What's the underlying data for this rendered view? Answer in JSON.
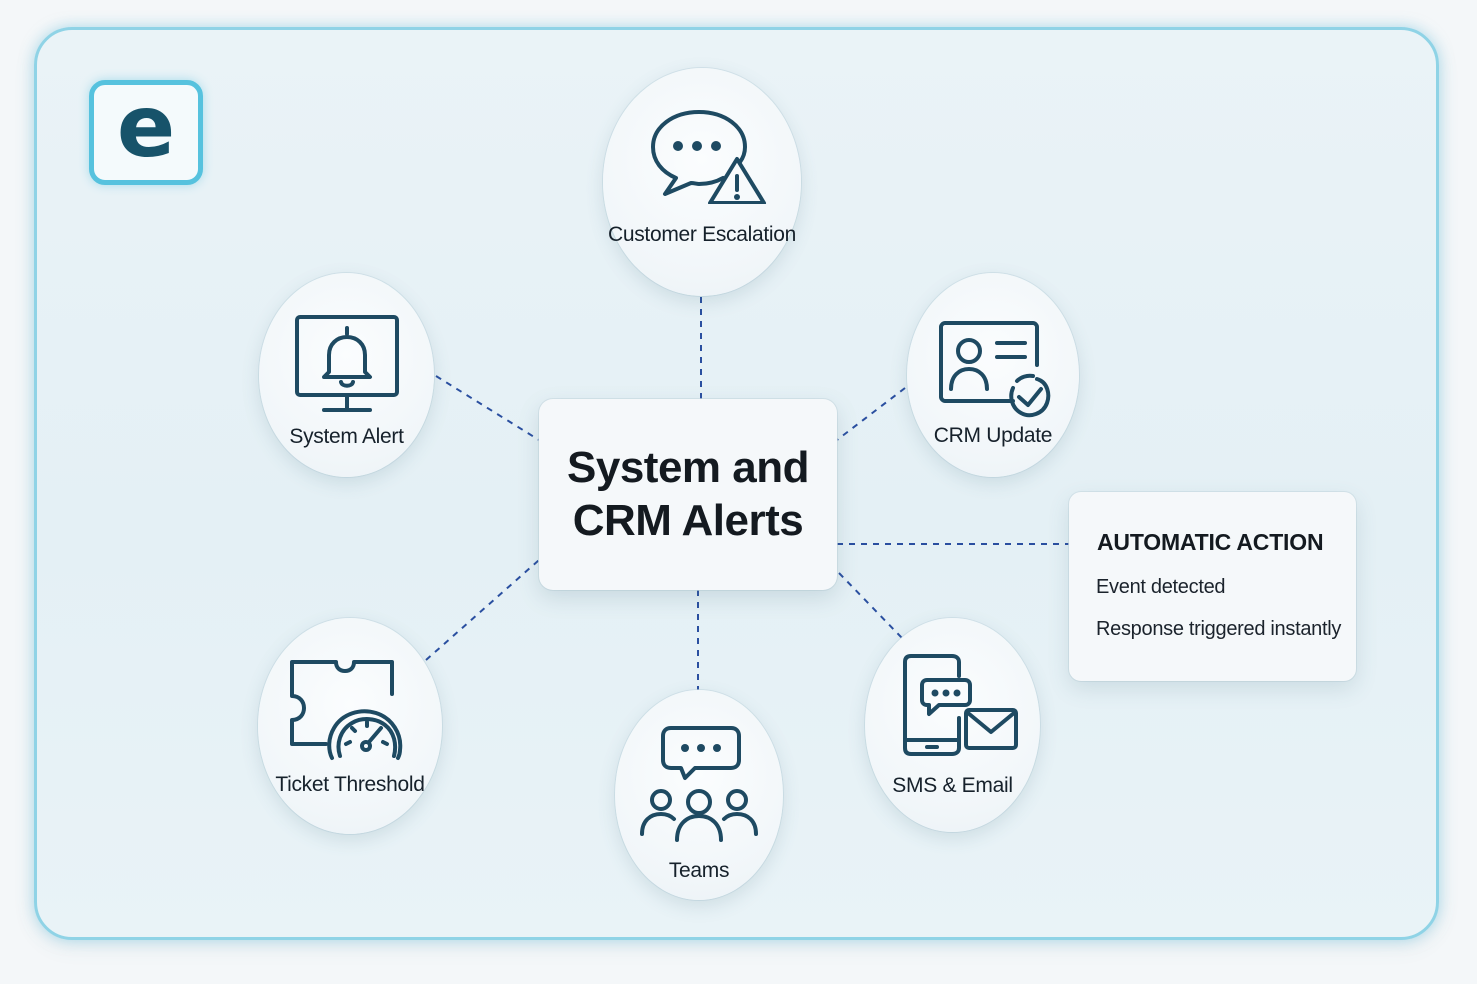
{
  "logo": {
    "letter": "e"
  },
  "hub": {
    "title_line1": "System and",
    "title_line2": "CRM Alerts"
  },
  "nodes": {
    "customer_escalation": "Customer Escalation",
    "system_alert": "System Alert",
    "crm_update": "CRM Update",
    "ticket_threshold": "Ticket Threshold",
    "teams": "Teams",
    "sms_email": "SMS & Email"
  },
  "action_box": {
    "title": "AUTOMATIC ACTION",
    "line1": "Event detected",
    "line2": "Response triggered instantly"
  },
  "colors": {
    "icon_stroke": "#1e4a62",
    "connector": "#2a4fa0",
    "card_border": "#8fd3e6",
    "logo_border": "#56c2de",
    "logo_letter": "#17536a"
  }
}
